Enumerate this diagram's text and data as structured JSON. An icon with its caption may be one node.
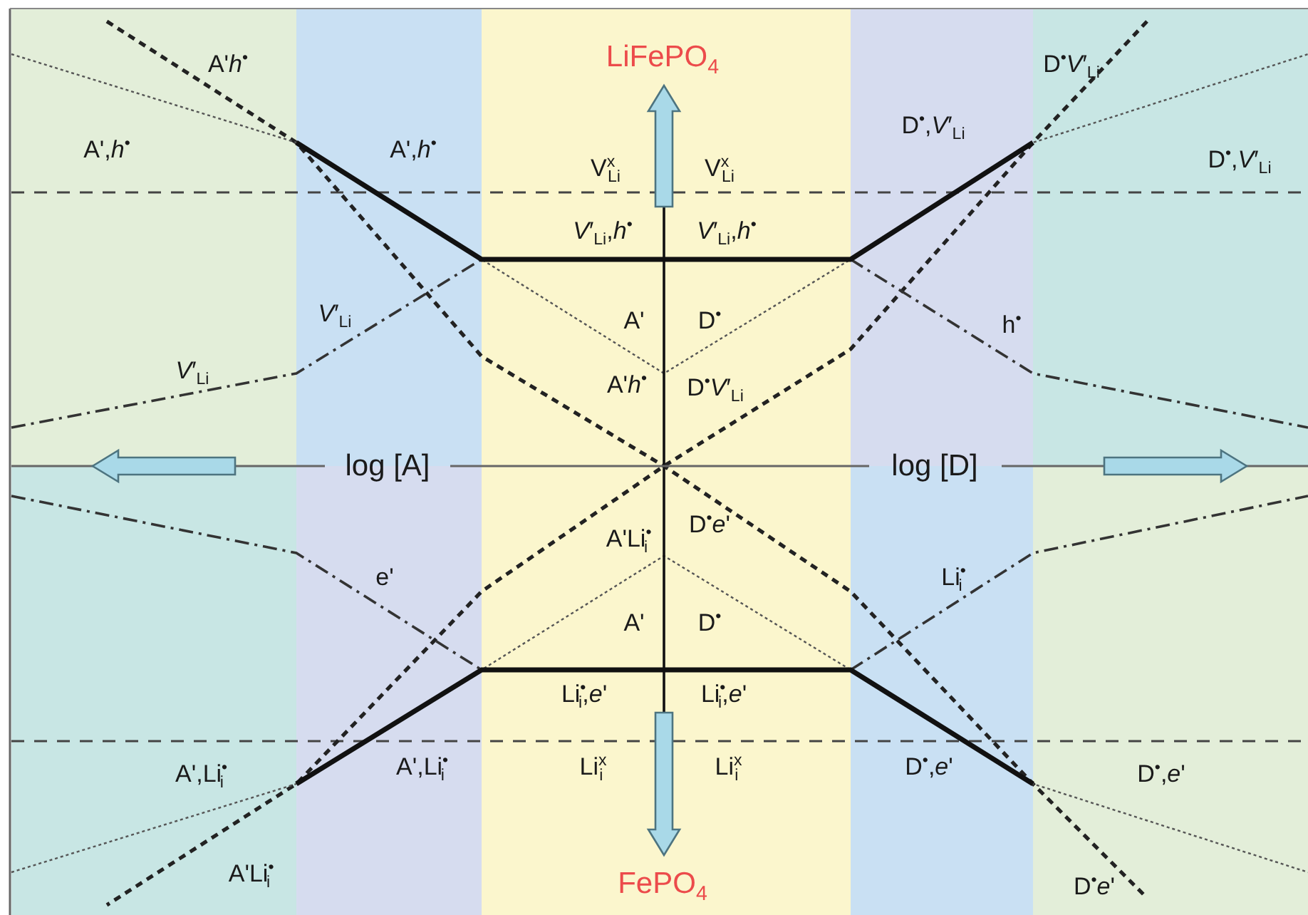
{
  "diagram": {
    "labels": [
      "A'*h*$^{•}$",
      "LiFePO$_{4}$",
      "D$^{•}$*V*′$_{Li}$",
      "A',*h*$^{•}$",
      "A',*h*$^{•}$",
      "D$^{•}$,*V*′$_{Li}$",
      "V$^{x}$$_{Li}$",
      "V$^{x}$$_{Li}$",
      "D$^{•}$,*V*′$_{Li}$",
      "*V*′$_{Li}$,*h*$^{•}$",
      "*V*′$_{Li}$,*h*$^{•}$",
      "*V*′$_{Li}$",
      "A'",
      "D$^{•}$",
      "h$^{•}$",
      "*V*′$_{Li}$",
      "A'*h*$^{•}$",
      "D$^{•}$*V*′$_{Li}$",
      "log [A]",
      "log [D]",
      "D$^{•}$*e*'",
      "A'Li$^{•}$$_{i}$",
      "e'",
      "Li$^{•}$$_{i}$",
      "A'",
      "D$^{•}$",
      "Li$^{•}$$_{i}$,*e*'",
      "Li$^{•}$$_{i}$,*e*'",
      "A',Li$^{•}$$_{i}$",
      "A',Li$^{•}$$_{i}$",
      "Li$^{x}$$_{i}$",
      "Li$^{x}$$_{i}$",
      "D$^{•}$,*e*'",
      "D$^{•}$,*e*'",
      "A'Li$^{•}$$_{i}$",
      "D$^{•}$*e*'",
      "FePO$_{4}$"
    ]
  }
}
